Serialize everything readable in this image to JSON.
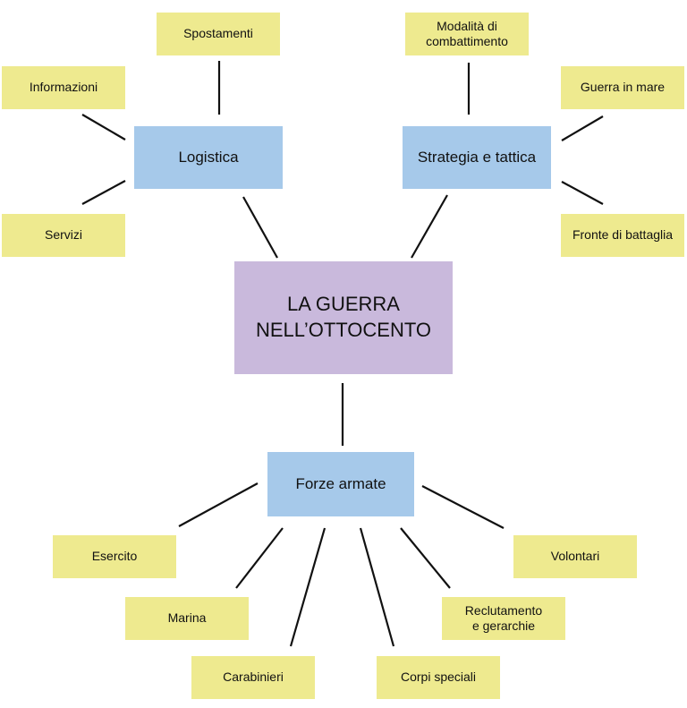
{
  "center": "LA GUERRA NELL’OTTOCENTO",
  "logistica": {
    "label": "Logistica",
    "children": [
      "Spostamenti",
      "Informazioni",
      "Servizi"
    ]
  },
  "strategia": {
    "label": "Strategia e tattica",
    "children": [
      "Modalità di combattimento",
      "Guerra in mare",
      "Fronte di battaglia"
    ]
  },
  "forze": {
    "label": "Forze armate",
    "children": [
      "Esercito",
      "Marina",
      "Carabinieri",
      "Corpi speciali",
      "Reclutamento e gerarchie",
      "Volontari"
    ]
  },
  "colors": {
    "center": "#c9b9dc",
    "category": "#a6c9ea",
    "leaf": "#eeea8f"
  }
}
